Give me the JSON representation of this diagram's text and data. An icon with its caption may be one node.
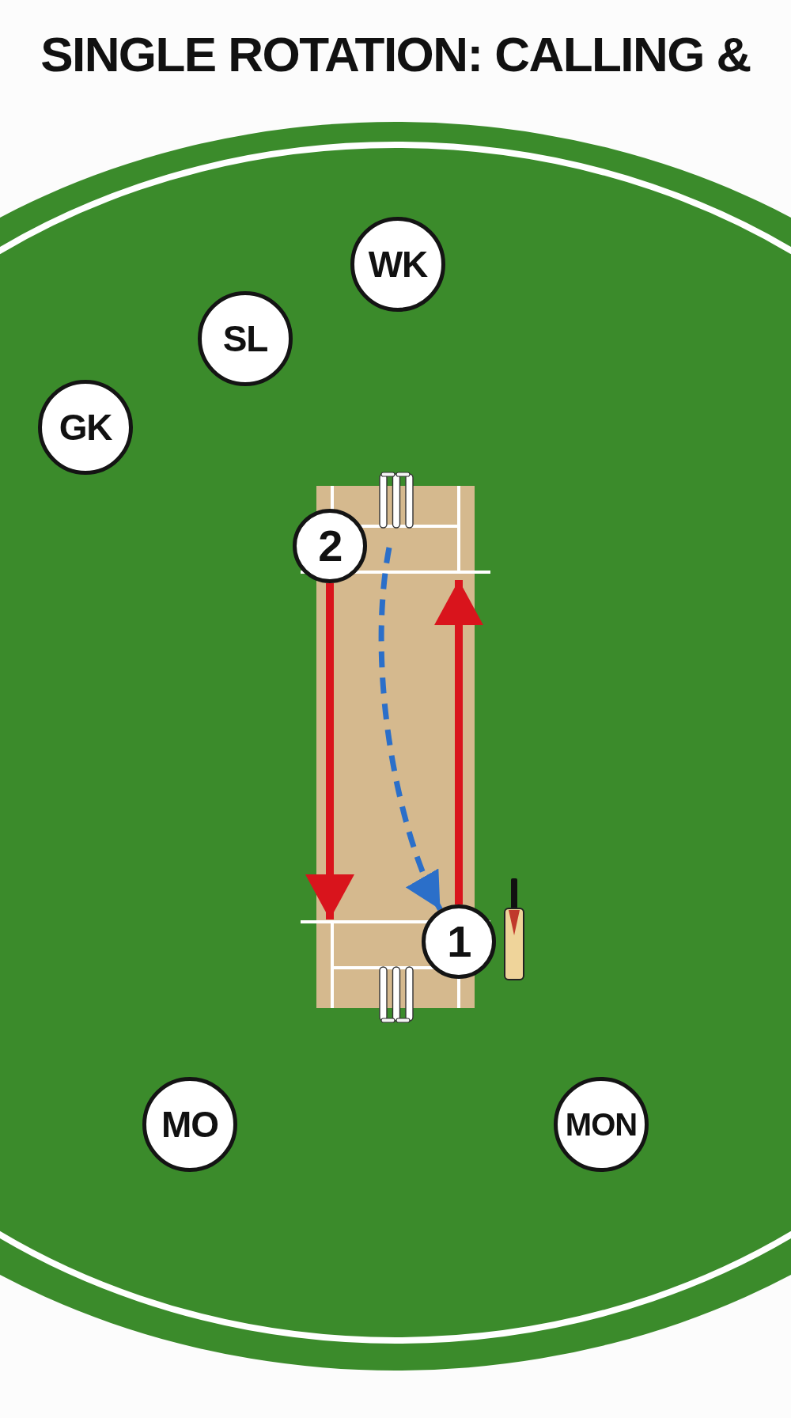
{
  "diagram": {
    "title": "SINGLE ROTATION: CALLING &",
    "nodes": [
      {
        "text": [
          "WK"
        ]
      },
      {
        "text": [
          "SL"
        ]
      },
      {
        "text": [
          "GK"
        ]
      },
      {
        "text": [
          "2"
        ]
      },
      {
        "text": [
          "1"
        ]
      },
      {
        "text": [
          "MO"
        ]
      },
      {
        "text": [
          "MON"
        ]
      }
    ],
    "edges": [
      {
        "from": 3,
        "to": null,
        "arrow": "to"
      },
      {
        "from": 4,
        "to": null,
        "arrow": "to"
      },
      {
        "from": null,
        "to": 4,
        "arrow": "to",
        "style": "dashed",
        "color": "#2b6fc9"
      }
    ]
  }
}
